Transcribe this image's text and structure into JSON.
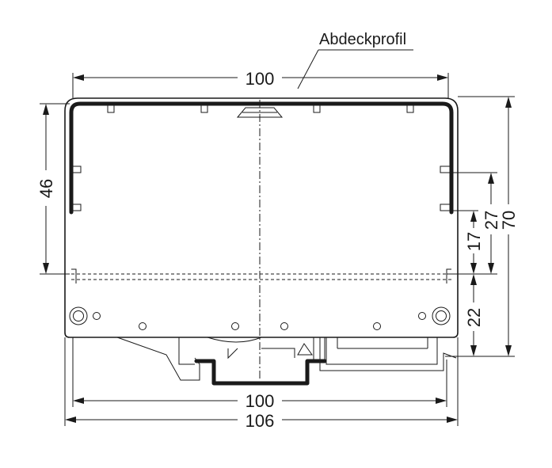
{
  "drawing": {
    "cover_label": "Abdeckprofil",
    "dimensions": {
      "top_width": "100",
      "left_height": "46",
      "right_17": "17",
      "right_27": "27",
      "right_70": "70",
      "right_22": "22",
      "bottom_inner": "100",
      "bottom_outer": "106"
    }
  }
}
